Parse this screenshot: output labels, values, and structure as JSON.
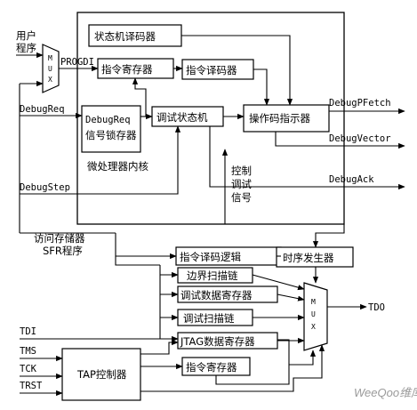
{
  "blocks": {
    "state_decoder": "状态机译码器",
    "instr_reg": "指令寄存器",
    "instr_decoder": "指令译码器",
    "debugreq_latch_1": "DebugReq",
    "debugreq_latch_2": "信号锁存器",
    "debug_fsm": "调试状态机",
    "opcode_indicator": "操作码指示器",
    "core_label": "微处理器内核",
    "instr_decode_logic": "指令译码逻辑",
    "timing_gen": "时序发生器",
    "boundary_scan": "边界扫描链",
    "debug_data_reg": "调试数据寄存器",
    "debug_scan": "调试扫描链",
    "jtag_data_reg": "JTAG数据寄存器",
    "tap_ctrl": "TAP控制器",
    "jtag_instr_reg": "指令寄存器"
  },
  "signals": {
    "user_prog_1": "用户",
    "user_prog_2": "程序",
    "progdi": "PROGDI",
    "debugreq": "DebugReq",
    "debugstep": "DebugStep",
    "debugpfetch": "DebugPFetch",
    "debugvector": "DebugVector",
    "debugack": "DebugAck",
    "ctrl_1": "控制",
    "ctrl_2": "调试",
    "ctrl_3": "信号",
    "mem_1": "访问存储器",
    "mem_2": "SFR程序",
    "tdi": "TDI",
    "tdo": "TDO",
    "tms": "TMS",
    "tck": "TCK",
    "trst": "TRST"
  },
  "mux_letters": [
    "M",
    "U",
    "X"
  ],
  "watermark": "WeeQoo维库"
}
